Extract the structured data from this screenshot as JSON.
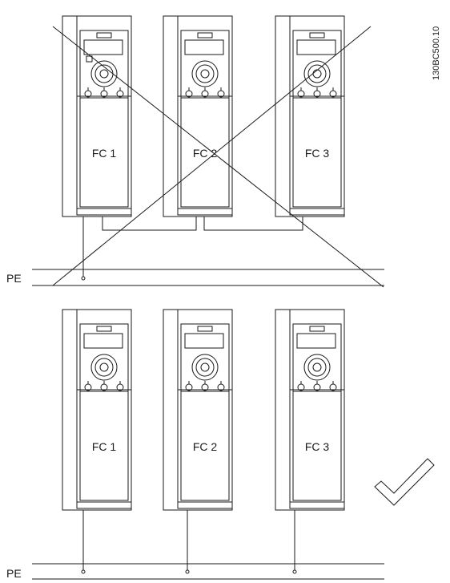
{
  "reference_code": "130BC500.10",
  "incorrect_setup": {
    "ground_label": "PE",
    "drives": [
      {
        "label": "FC 1"
      },
      {
        "label": "FC 2"
      },
      {
        "label": "FC 3"
      }
    ]
  },
  "correct_setup": {
    "ground_label": "PE",
    "drives": [
      {
        "label": "FC 1"
      },
      {
        "label": "FC 2"
      },
      {
        "label": "FC 3"
      }
    ]
  },
  "marks": {
    "incorrect": "cross-out-icon",
    "correct": "checkmark-icon"
  }
}
